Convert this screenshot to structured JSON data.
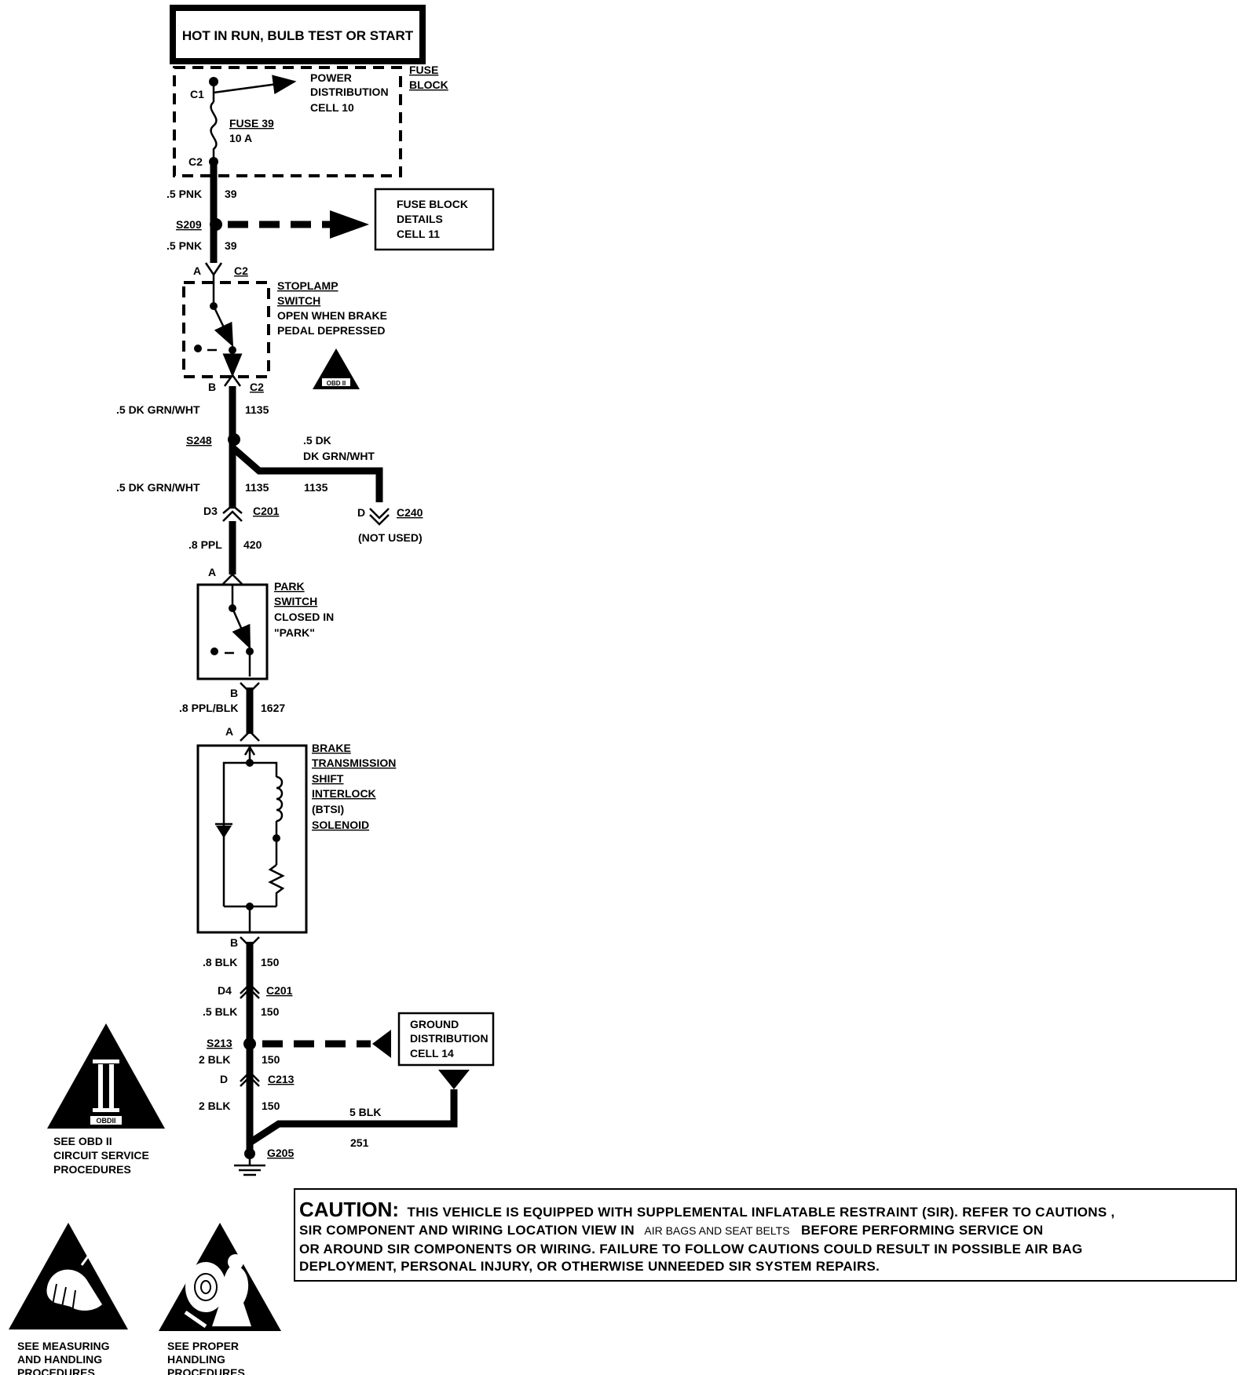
{
  "header": {
    "title": "HOT IN RUN, BULB TEST OR START"
  },
  "fuse_block": {
    "label_line1": "FUSE",
    "label_line2": "BLOCK",
    "pin_top": "C1",
    "pin_bottom": "C2",
    "power_dist_line1": "POWER",
    "power_dist_line2": "DISTRIBUTION",
    "power_dist_line3": "CELL  10",
    "fuse_name": "FUSE  39",
    "fuse_rating": "10  A"
  },
  "splice_s209": {
    "name": "S209",
    "wire_above": ".5 PNK",
    "circuit_above": "39",
    "wire_below": ".5 PNK",
    "circuit_below": "39"
  },
  "fuse_block_details": {
    "line1": "FUSE  BLOCK",
    "line2": "DETAILS",
    "line3": "CELL  11"
  },
  "stoplamp_switch": {
    "pin_top": "A",
    "connector_top": "C2",
    "pin_bottom": "B",
    "connector_bottom": "C2",
    "line1": "STOPLAMP",
    "line2": "SWITCH",
    "line3": "OPEN  WHEN  BRAKE",
    "line4": "PEDAL  DEPRESSED",
    "obd_small_label": "OBD II"
  },
  "wire_1135_top": {
    "wire": ".5  DK  GRN/WHT",
    "circuit": "1135"
  },
  "splice_s248": {
    "name": "S248",
    "branch_line1": ".5  DK",
    "branch_line2": "DK  GRN/WHT",
    "branch_circuit": "1135",
    "main_wire": ".5  DK  GRN/WHT",
    "main_circuit": "1135"
  },
  "connector_c201_top": {
    "pin": "D3",
    "name": "C201"
  },
  "connector_c240": {
    "pin": "D",
    "name": "C240",
    "note": "(NOT USED)"
  },
  "wire_420": {
    "wire": ".8 PPL",
    "circuit": "420"
  },
  "park_switch": {
    "pin_top": "A",
    "pin_bottom": "B",
    "line1": "PARK",
    "line2": "SWITCH",
    "line3": "CLOSED  IN",
    "line4": "\"PARK\""
  },
  "wire_1627": {
    "wire": ".8 PPL/BLK",
    "circuit": "1627"
  },
  "btsi_solenoid": {
    "pin_top": "A",
    "pin_bottom": "B",
    "line1": "BRAKE",
    "line2": "TRANSMISSION",
    "line3": "SHIFT",
    "line4": "INTERLOCK",
    "line5": "(BTSI)",
    "line6": "SOLENOID"
  },
  "wire_150_a": {
    "wire": ".8 BLK",
    "circuit": "150"
  },
  "connector_c201_bottom": {
    "pin": "D4",
    "name": "C201"
  },
  "wire_150_b": {
    "wire": ".5 BLK",
    "circuit": "150"
  },
  "splice_s213": {
    "name": "S213"
  },
  "ground_distribution": {
    "line1": "GROUND",
    "line2": "DISTRIBUTION",
    "line3": "CELL  14"
  },
  "wire_150_c": {
    "wire": "2  BLK",
    "circuit": "150"
  },
  "connector_c213": {
    "pin": "D",
    "name": "C213"
  },
  "wire_150_d": {
    "wire": "2  BLK",
    "circuit": "150"
  },
  "wire_251": {
    "wire": "5  BLK",
    "circuit": "251"
  },
  "ground_g205": {
    "name": "G205"
  },
  "obd_symbol": {
    "badge": "OBDII",
    "line1": "SEE OBD II",
    "line2": "CIRCUIT SERVICE",
    "line3": "PROCEDURES"
  },
  "esd_symbol": {
    "line1": "SEE MEASURING",
    "line2": "AND HANDLING",
    "line3": "PROCEDURES"
  },
  "sir_symbol": {
    "line1": "SEE PROPER",
    "line2": "HANDLING",
    "line3": "PROCEDURES"
  },
  "caution": {
    "lead": "CAUTION:",
    "line1": "THIS VEHICLE IS EQUIPPED WITH SUPPLEMENTAL INFLATABLE RESTRAINT (SIR). REFER TO CAUTIONS ,",
    "line2a": "SIR COMPONENT AND WIRING LOCATION VIEW IN",
    "line2b": "AIR BAGS AND SEAT BELTS",
    "line2c": "BEFORE PERFORMING SERVICE ON",
    "line3": "OR AROUND SIR COMPONENTS OR WIRING.  FAILURE TO FOLLOW CAUTIONS COULD  RESULT IN POSSIBLE AIR BAG",
    "line4": "DEPLOYMENT, PERSONAL INJURY,  OR OTHERWISE UNNEEDED   SIR SYSTEM REPAIRS."
  }
}
